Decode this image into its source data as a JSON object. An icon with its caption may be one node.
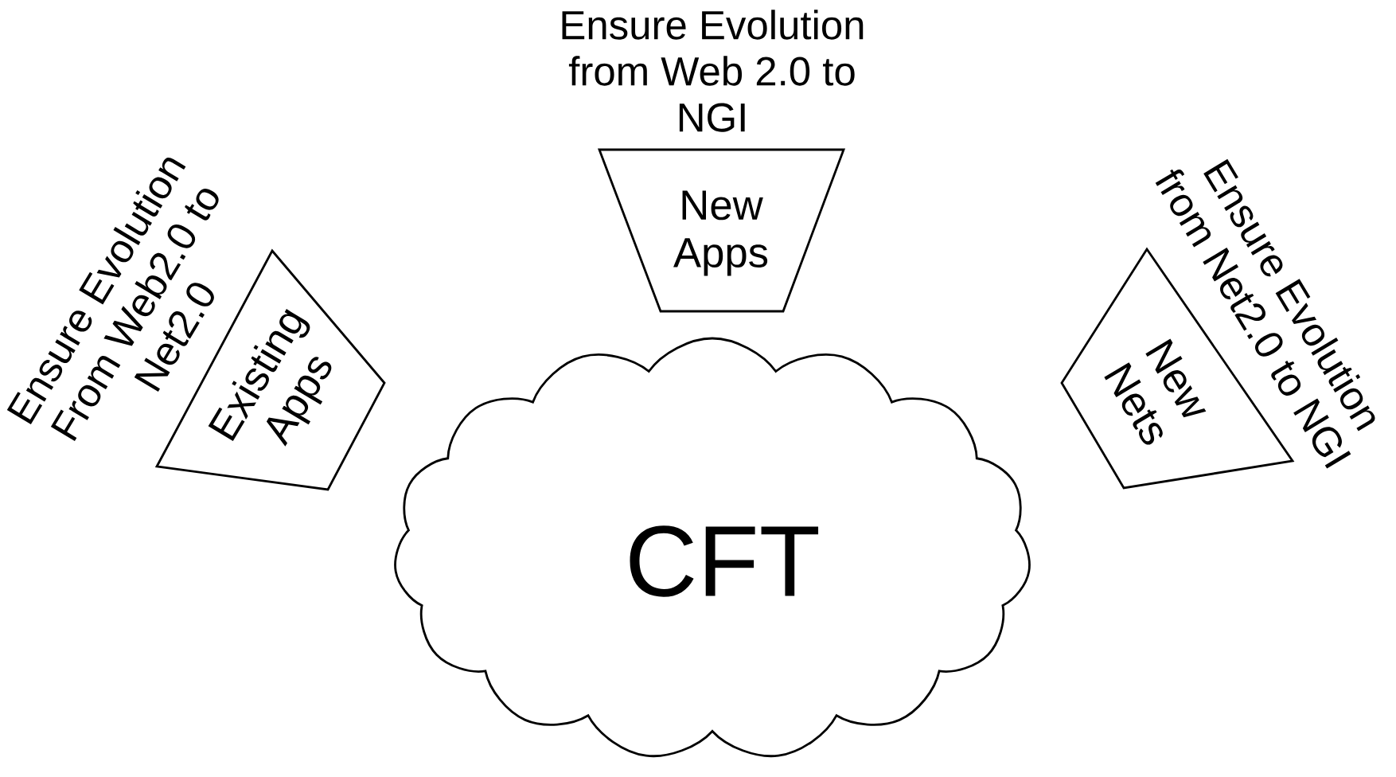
{
  "diagram": {
    "nodes": [
      {
        "text": [
          "Ensure Evolution From Web2.0 to Net2.0",
          "Existing Apps"
        ]
      },
      {
        "text": [
          "Ensure Evolution from Web 2.0 to NGI",
          "New Apps"
        ]
      },
      {
        "text": [
          "Ensure Evolution from Net2.0 to NGI",
          "New Nets"
        ]
      },
      {
        "text": [
          "CFT"
        ]
      }
    ]
  }
}
